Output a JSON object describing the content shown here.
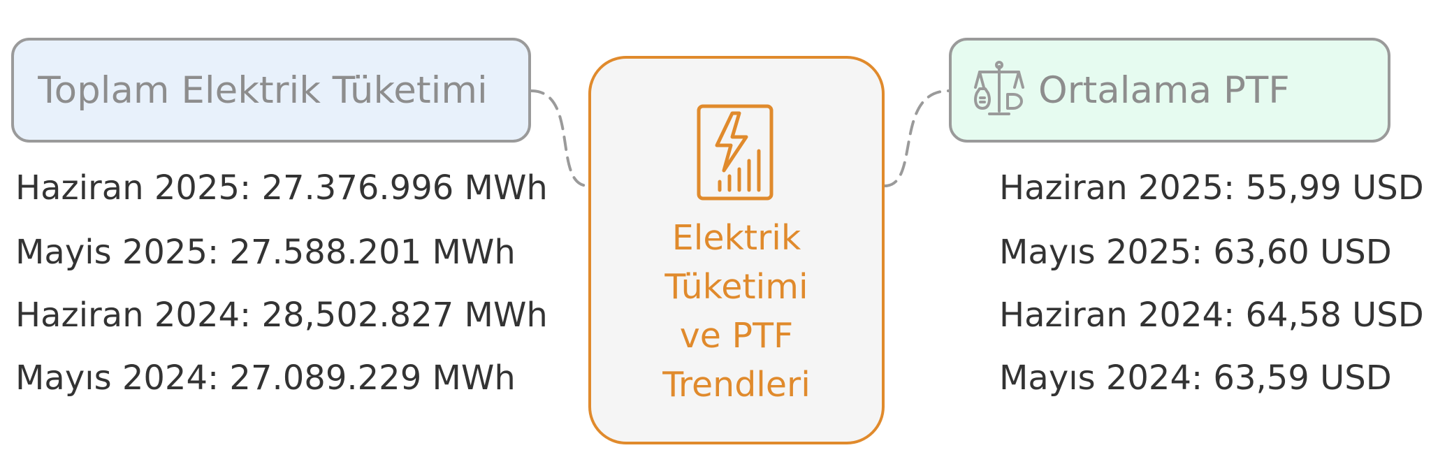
{
  "center": {
    "title_lines": [
      "Elektrik",
      "Tüketimi",
      "ve PTF",
      "Trendleri"
    ],
    "icon": "bolt-document-chart-icon"
  },
  "consumption": {
    "title": "Toplam Elektrik Tüketimi",
    "items": [
      "Haziran 2025: 27.376.996 MWh",
      "Mayis 2025: 27.588.201 MWh",
      "Haziran 2024: 28,502.827 MWh",
      "Mayıs 2024: 27.089.229 MWh"
    ]
  },
  "ptf": {
    "title": "Ortalama PTF",
    "icon": "scale-money-bag-icon",
    "items": [
      "Haziran 2025: 55,99 USD",
      "Mayıs 2025: 63,60 USD",
      "Haziran 2024: 64,58 USD",
      "Mayıs 2024: 63,59 USD"
    ]
  },
  "colors": {
    "accent": "#e08a2c",
    "box_border": "#9a9a9a",
    "consumption_fill": "#e8f1fb",
    "ptf_fill": "#e6fbf0",
    "text": "#333333",
    "muted_text": "#8d8d8d"
  }
}
